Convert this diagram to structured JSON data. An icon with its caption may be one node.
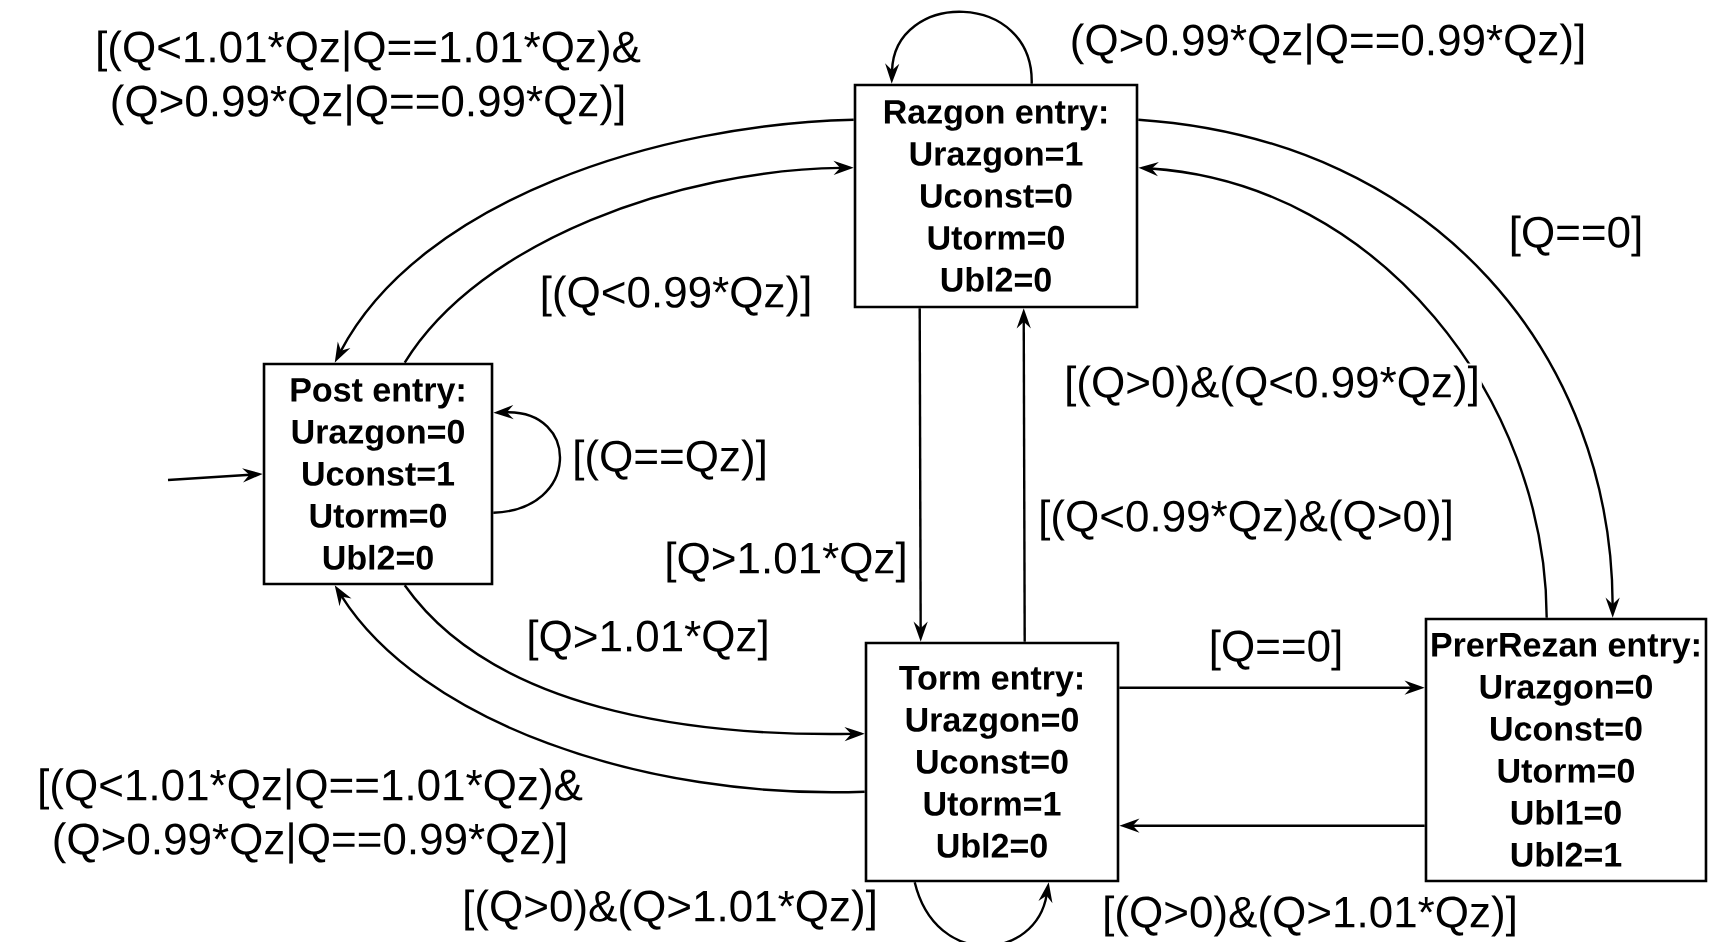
{
  "diagram": {
    "nodes": [
      {
        "text": [
          "Razgon entry:",
          "Urazgon=1",
          "Uconst=0",
          "Utorm=0",
          "Ubl2=0"
        ]
      },
      {
        "text": [
          "Post entry:",
          "Urazgon=0",
          "Uconst=1",
          "Utorm=0",
          "Ubl2=0"
        ]
      },
      {
        "text": [
          "Torm entry:",
          "Urazgon=0",
          "Uconst=0",
          "Utorm=1",
          "Ubl2=0"
        ]
      },
      {
        "text": [
          "PrerRezan entry:",
          "Urazgon=0",
          "Uconst=0",
          "Utorm=0",
          "Ubl1=0",
          "Ubl2=1"
        ]
      }
    ],
    "edges": [
      {
        "from": 0,
        "to": 1,
        "arrow": "to",
        "label": "[(Q<1.01*Qz|Q==1.01*Qz)& (Q>0.99*Qz|Q==0.99*Qz)]"
      },
      {
        "from": 1,
        "to": 0,
        "arrow": "to",
        "label": "[(Q<0.99*Qz)]"
      },
      {
        "from": 1,
        "to": 1,
        "arrow": "to",
        "label": "[(Q==Qz)]"
      },
      {
        "from": 0,
        "to": 0,
        "arrow": "to",
        "label": "(Q>0.99*Qz|Q==0.99*Qz)]"
      },
      {
        "from": 0,
        "to": 2,
        "arrow": "to",
        "label": "[Q>1.01*Qz]"
      },
      {
        "from": 2,
        "to": 0,
        "arrow": "to",
        "label": "[(Q<0.99*Qz)&(Q>0)]"
      },
      {
        "from": 1,
        "to": 2,
        "arrow": "to",
        "label": "[Q>1.01*Qz]"
      },
      {
        "from": 2,
        "to": 1,
        "arrow": "to",
        "label": "[(Q<1.01*Qz|Q==1.01*Qz)& (Q>0.99*Qz|Q==0.99*Qz)]"
      },
      {
        "from": 2,
        "to": 2,
        "arrow": "to",
        "label": "[(Q>0)&(Q>1.01*Qz)]"
      },
      {
        "from": 2,
        "to": 3,
        "arrow": "to",
        "label": "[Q==0]"
      },
      {
        "from": 3,
        "to": 2,
        "arrow": "to",
        "label": "[(Q>0)&(Q>1.01*Qz)]"
      },
      {
        "from": 0,
        "to": 3,
        "arrow": "to",
        "label": "[Q==0]"
      },
      {
        "from": 3,
        "to": 0,
        "arrow": "to",
        "label": "[(Q>0)&(Q<0.99*Qz)]"
      },
      {
        "from": null,
        "to": 1,
        "arrow": "to"
      }
    ]
  }
}
